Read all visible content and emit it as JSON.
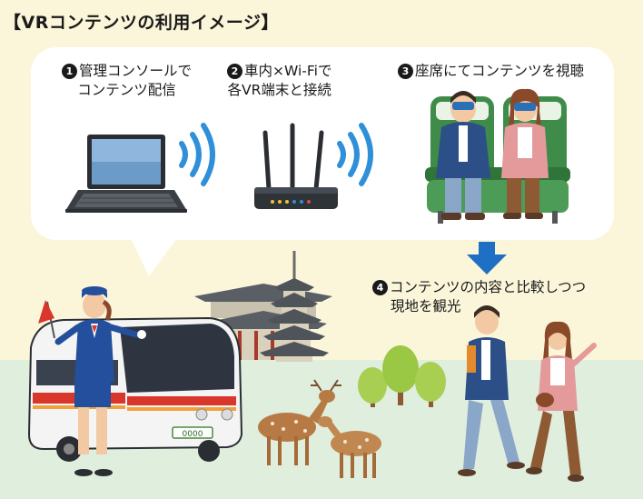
{
  "title": "【VRコンテンツの利用イメージ】",
  "steps": [
    {
      "num": "1",
      "line1": "管理コンソールで",
      "line2": "コンテンツ配信"
    },
    {
      "num": "2",
      "line1": "車内×Wi-Fiで",
      "line2": "各VR端末と接続"
    },
    {
      "num": "3",
      "line1": "座席にてコンテンツを視聴",
      "line2": ""
    },
    {
      "num": "4",
      "line1": "コンテンツの内容と比較しつつ",
      "line2": "現地を観光"
    }
  ],
  "icons": {
    "laptop": "laptop-icon",
    "router": "wifi-router-icon",
    "signal": "wifi-signal-icon",
    "arrow": "arrow-down-icon"
  },
  "colors": {
    "cream": "#fbf6da",
    "ground": "#dfeedd",
    "wifi_blue": "#2f8fd8",
    "arrow_blue": "#1f6fc4",
    "seat_green": "#3f8c4a",
    "bus_stripe": "#d9372b"
  },
  "bus": {
    "plate": "0000"
  }
}
